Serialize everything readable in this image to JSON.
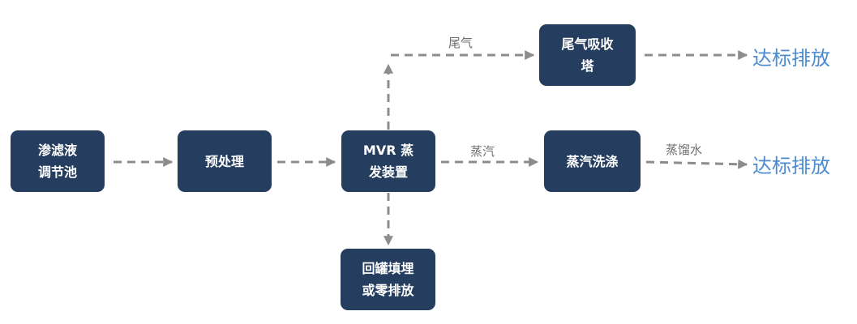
{
  "nodes": {
    "leachate_tank": {
      "line1": "渗滤液",
      "line2": "调节池"
    },
    "pretreatment": {
      "line1": "预处理"
    },
    "mvr": {
      "line1": "MVR 蒸",
      "line2": "发装置"
    },
    "tail_gas_tower": {
      "line1": "尾气吸收",
      "line2": "塔"
    },
    "steam_wash": {
      "line1": "蒸汽洗涤"
    },
    "backfill": {
      "line1": "回罐填埋",
      "line2": "或零排放"
    }
  },
  "edge_labels": {
    "tail_gas": "尾气",
    "steam": "蒸汽",
    "distilled_water": "蒸馏水"
  },
  "outlets": {
    "discharge_top": "达标排放",
    "discharge_bottom": "达标排放"
  },
  "colors": {
    "node_fill": "#253d5e",
    "node_text": "#ffffff",
    "arrow": "#8c8c8c",
    "edge_label": "#6e6e6e",
    "outlet_text": "#4a8bd1"
  }
}
